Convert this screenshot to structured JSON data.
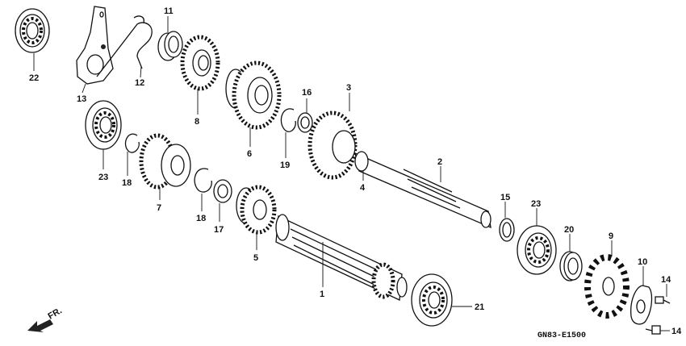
{
  "diagram": {
    "reference_code": "GN83-E1500",
    "direction_label": "FR.",
    "callouts": [
      {
        "id": "1",
        "text": "1"
      },
      {
        "id": "2",
        "text": "2"
      },
      {
        "id": "3",
        "text": "3"
      },
      {
        "id": "4",
        "text": "4"
      },
      {
        "id": "5",
        "text": "5"
      },
      {
        "id": "6",
        "text": "6"
      },
      {
        "id": "7",
        "text": "7"
      },
      {
        "id": "8",
        "text": "8"
      },
      {
        "id": "9",
        "text": "9"
      },
      {
        "id": "10",
        "text": "10"
      },
      {
        "id": "11",
        "text": "11"
      },
      {
        "id": "12",
        "text": "12"
      },
      {
        "id": "13",
        "text": "13"
      },
      {
        "id": "14a",
        "text": "14"
      },
      {
        "id": "14b",
        "text": "14"
      },
      {
        "id": "15",
        "text": "15"
      },
      {
        "id": "16",
        "text": "16"
      },
      {
        "id": "17",
        "text": "17"
      },
      {
        "id": "18a",
        "text": "18"
      },
      {
        "id": "18b",
        "text": "18"
      },
      {
        "id": "19",
        "text": "19"
      },
      {
        "id": "20",
        "text": "20"
      },
      {
        "id": "21",
        "text": "21"
      },
      {
        "id": "22",
        "text": "22"
      },
      {
        "id": "23a",
        "text": "23"
      },
      {
        "id": "23b",
        "text": "23"
      }
    ]
  }
}
